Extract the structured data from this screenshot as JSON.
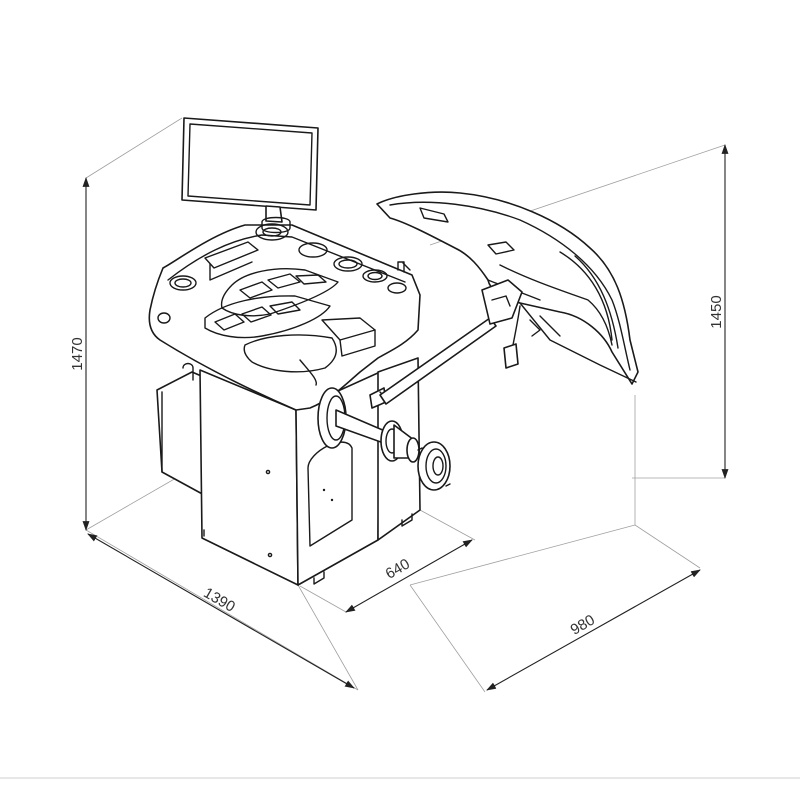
{
  "dimensions": {
    "overall_height": "1470",
    "arm_height": "1450",
    "depth": "1390",
    "body_width": "640",
    "overall_width": "980"
  },
  "colors": {
    "line": "#1a1a1a",
    "dimension_line": "#a0a0a0",
    "text": "#333333"
  }
}
